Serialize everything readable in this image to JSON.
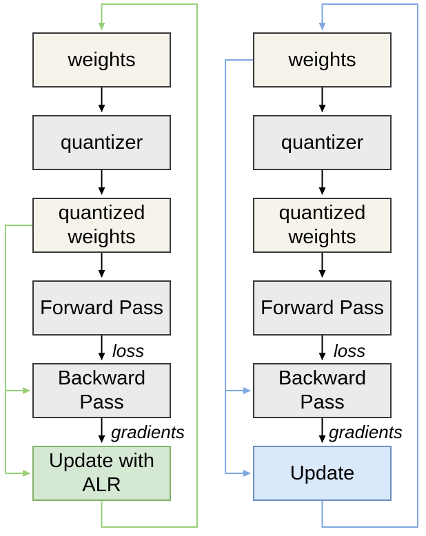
{
  "diagrams": [
    {
      "id": "quantization-training-with-alr",
      "theme": "green",
      "accent_color": "#97d077",
      "box_border_color": "#82b366",
      "box_fill_color": "#d5e8d4",
      "nodes": [
        {
          "label": "weights"
        },
        {
          "label": "quantizer"
        },
        {
          "label": "quantized\nweights"
        },
        {
          "label": "Forward Pass"
        },
        {
          "label": "Backward\nPass"
        },
        {
          "label": "Update with\nALR"
        }
      ],
      "edge_labels": [
        {
          "label": "loss"
        },
        {
          "label": "gradients"
        }
      ]
    },
    {
      "id": "quantization-training-standard",
      "theme": "blue",
      "accent_color": "#7ea6e0",
      "box_border_color": "#6c8ebf",
      "box_fill_color": "#dae8fc",
      "nodes": [
        {
          "label": "weights"
        },
        {
          "label": "quantizer"
        },
        {
          "label": "quantized\nweights"
        },
        {
          "label": "Forward Pass"
        },
        {
          "label": "Backward\nPass"
        },
        {
          "label": "Update"
        }
      ],
      "edge_labels": [
        {
          "label": "loss"
        },
        {
          "label": "gradients"
        }
      ]
    }
  ],
  "colors": {
    "background": "#ffffff",
    "node_fill_cream": "#f6f3ea",
    "node_fill_gray": "#ebebeb",
    "node_border_dark": "#383838",
    "arrow_black": "#000000",
    "green_accent": "#97d077",
    "blue_accent": "#7ea6e0"
  }
}
